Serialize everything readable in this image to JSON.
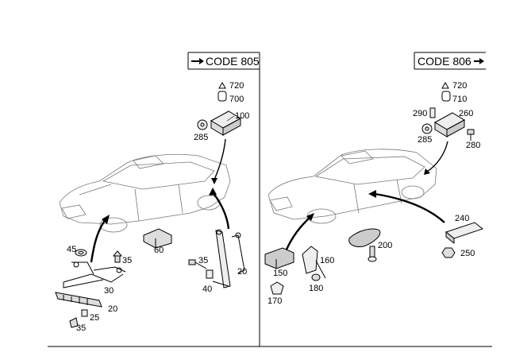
{
  "left_panel": {
    "code_label": "CODE 805",
    "arrow_icon": "arrow-right-icon",
    "callouts": {
      "warn": "720",
      "connector": "700",
      "module": "100",
      "grommet": "285",
      "bracket": "60",
      "washer": "45",
      "clip_top": "35",
      "frame": "30",
      "rail_right": "20",
      "rail_left": "20",
      "clip_low": "25",
      "clip_bottom": "35",
      "bolt": "35",
      "bolt_stud": "40"
    }
  },
  "right_panel": {
    "code_label": "CODE 806",
    "arrow_icon": "arrow-right-icon",
    "callouts": {
      "warn": "720",
      "connector": "710",
      "clip_left": "290",
      "module": "260",
      "grommet": "285",
      "screw": "280",
      "antenna": "240",
      "nut": "250",
      "sensor": "200",
      "holder": "150",
      "plate": "160",
      "clip": "170",
      "washer": "180"
    }
  },
  "colors": {
    "ink": "#000000",
    "line": "#555555",
    "fill": "#dddddd",
    "background": "#ffffff"
  }
}
